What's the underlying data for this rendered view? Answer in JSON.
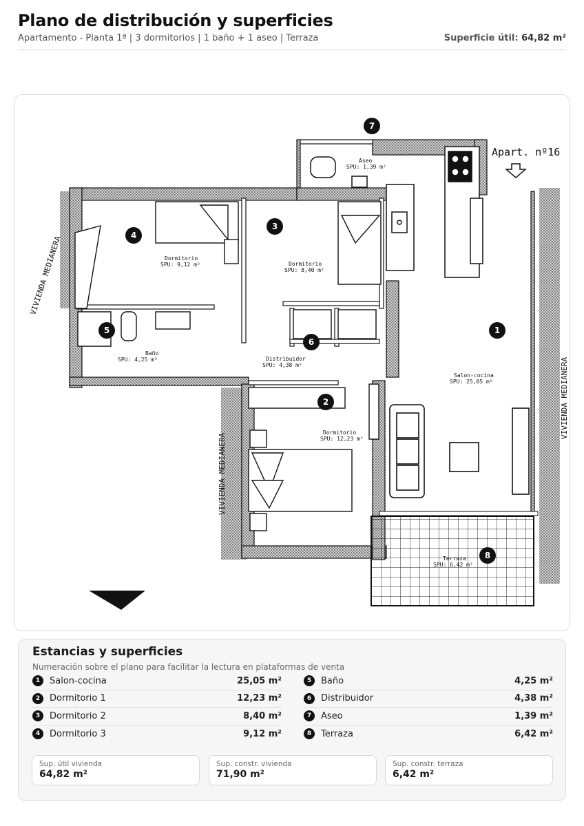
{
  "header": {
    "title": "Plano de distribución y superficies",
    "subtitle": "Apartamento - Planta 1ª | 3 dormitorios | 1 baño + 1 aseo | Terraza",
    "surface_label": "Superficie útil:",
    "surface_value": "64,82 m²"
  },
  "plan": {
    "apartment_label": "Apart. nº16",
    "neighbor_label": "VIVIENDA MEDIANERA",
    "markers": [
      "1",
      "2",
      "3",
      "4",
      "5",
      "6",
      "7",
      "8"
    ],
    "room_labels": [
      {
        "name": "Salon-cocina",
        "spu": "SPU: 25,05 m²"
      },
      {
        "name": "Dormitorio",
        "spu": "SPU: 12,23 m²"
      },
      {
        "name": "Dormitorio",
        "spu": "SPU: 8,40 m²"
      },
      {
        "name": "Dormitorio",
        "spu": "SPU: 9,12 m²"
      },
      {
        "name": "Baño",
        "spu": "SPU: 4,25 m²"
      },
      {
        "name": "Distribuidor",
        "spu": "SPU: 4,38 m²"
      },
      {
        "name": "Aseo",
        "spu": "SPU: 1,39 m²"
      },
      {
        "name": "Terraza",
        "spu": "SPU: 6,42 m²"
      }
    ]
  },
  "rooms": {
    "title": "Estancias y superficies",
    "note": "Numeración sobre el plano para facilitar la lectura en plataformas de venta",
    "left": [
      {
        "num": "1",
        "name": "Salon-cocina",
        "value": "25,05 m²"
      },
      {
        "num": "2",
        "name": "Dormitorio 1",
        "value": "12,23 m²"
      },
      {
        "num": "3",
        "name": "Dormitorio 2",
        "value": "8,40 m²"
      },
      {
        "num": "4",
        "name": "Dormitorio 3",
        "value": "9,12 m²"
      }
    ],
    "right": [
      {
        "num": "5",
        "name": "Baño",
        "value": "4,25 m²"
      },
      {
        "num": "6",
        "name": "Distribuidor",
        "value": "4,38 m²"
      },
      {
        "num": "7",
        "name": "Aseo",
        "value": "1,39 m²"
      },
      {
        "num": "8",
        "name": "Terraza",
        "value": "6,42 m²"
      }
    ]
  },
  "totals": [
    {
      "label": "Sup. útil vivienda",
      "value": "64,82 m²"
    },
    {
      "label": "Sup. constr. vivienda",
      "value": "71,90 m²"
    },
    {
      "label": "Sup. constr. terraza",
      "value": "6,42 m²"
    }
  ]
}
